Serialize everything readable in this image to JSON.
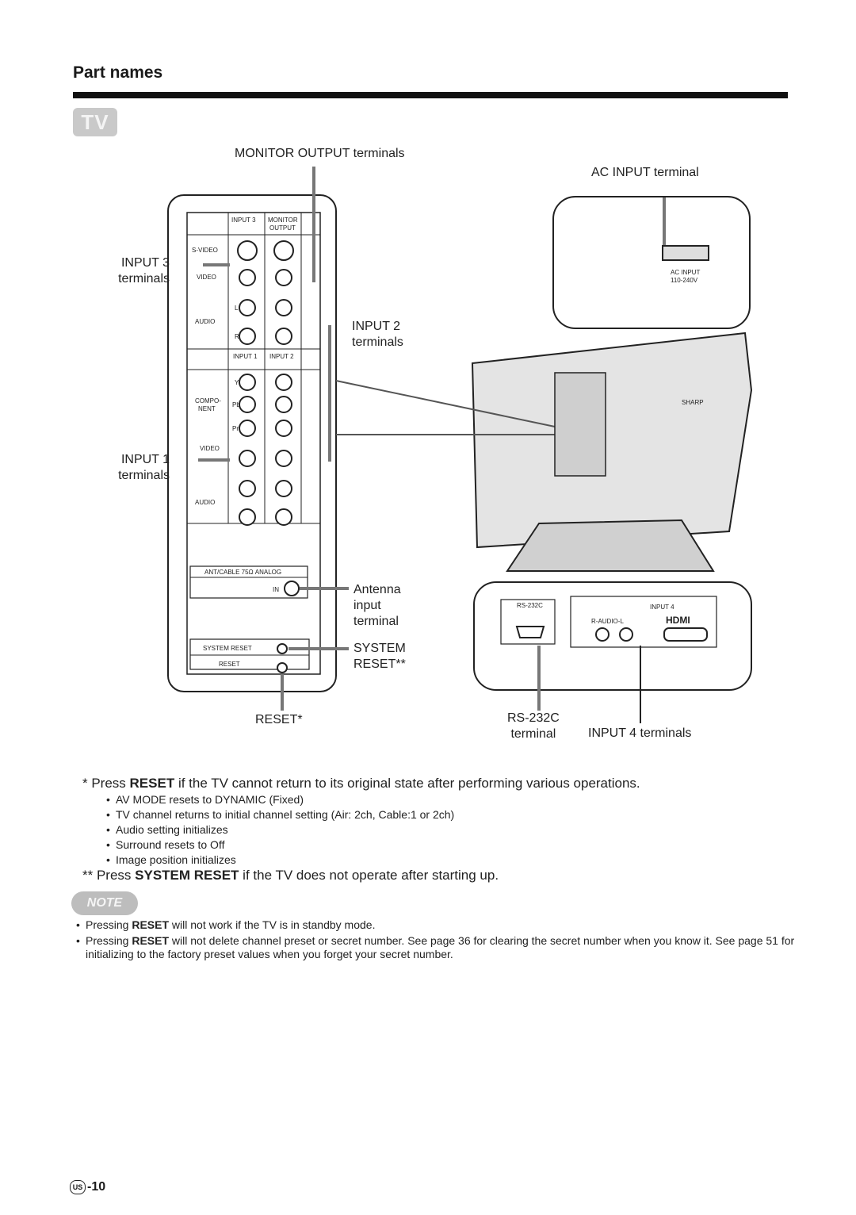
{
  "header": {
    "title": "Part names",
    "badge": "TV"
  },
  "callouts": {
    "monitor_output": "MONITOR OUTPUT terminals",
    "ac_input": "AC INPUT terminal",
    "input3_a": "INPUT 3",
    "input3_b": "terminals",
    "input2_a": "INPUT 2",
    "input2_b": "terminals",
    "input1_a": "INPUT 1",
    "input1_b": "terminals",
    "antenna_a": "Antenna",
    "antenna_b": "input",
    "antenna_c": "terminal",
    "system_a": "SYSTEM",
    "system_b": "RESET**",
    "reset": "RESET*",
    "rs232_a": "RS-232C",
    "rs232_b": "terminal",
    "input4": "INPUT 4 terminals"
  },
  "panel_labels": {
    "input3": "INPUT 3",
    "monitor": "MONITOR",
    "output": "OUTPUT",
    "svideo": "S-VIDEO",
    "video": "VIDEO",
    "audio": "AUDIO",
    "input1": "INPUT 1",
    "input2": "INPUT 2",
    "component": "COMPO-",
    "nent": "NENT",
    "video2": "VIDEO",
    "audio2": "AUDIO",
    "ant": "ANT/CABLE 75Ω  ANALOG",
    "in": "IN",
    "system_reset": "SYSTEM RESET",
    "reset": "RESET",
    "l": "L",
    "r": "R",
    "y": "Y",
    "pb": "Pb",
    "pr": "Pr",
    "rs232c": "RS-232C",
    "input4": "INPUT 4",
    "raudiol": "R-AUDIO-L",
    "hdmi": "HDMI",
    "ac_input": "AC INPUT",
    "ac_volts": "110-240V",
    "brand": "SHARP"
  },
  "footnotes": {
    "reset_prefix": "* Press ",
    "reset_bold": "RESET",
    "reset_rest": " if the TV cannot return to its original state after performing various operations.",
    "items": [
      "AV MODE resets to DYNAMIC (Fixed)",
      "TV channel returns to initial channel setting (Air: 2ch, Cable:1 or 2ch)",
      "Audio setting initializes",
      "Surround resets to Off",
      "Image position initializes"
    ],
    "system_prefix": "** Press ",
    "system_bold": "SYSTEM RESET",
    "system_rest": " if the TV does not operate after starting up."
  },
  "note": {
    "badge": "NOTE",
    "items": [
      {
        "prefix": "Pressing ",
        "bold": "RESET",
        "rest": " will not work if the TV is in standby mode."
      },
      {
        "prefix": "Pressing ",
        "bold": "RESET",
        "rest": " will not delete channel preset or secret number. See page 36 for clearing the secret number when you know it. See page 51 for initializing to the factory preset values when you forget your secret number."
      }
    ]
  },
  "page": {
    "region": "US",
    "number": "-10"
  }
}
